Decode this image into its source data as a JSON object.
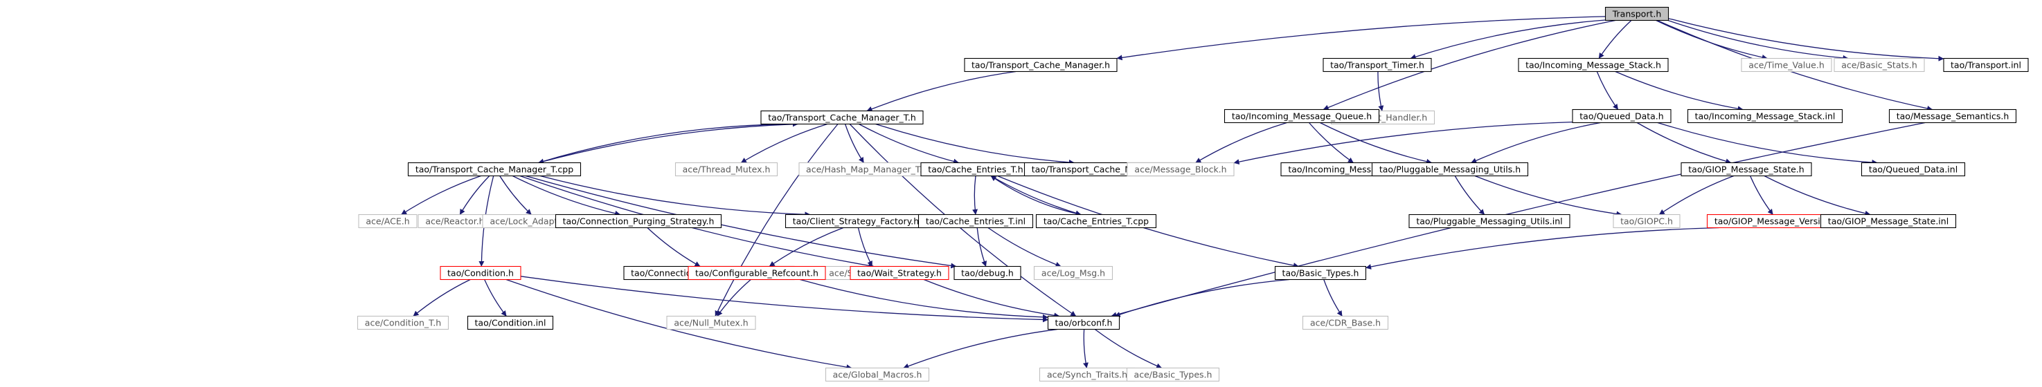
{
  "diagram": {
    "root": "Transport.h",
    "colors": {
      "edge": "#191970",
      "root_fill": "#bfbfbf",
      "documented_border": "#000000",
      "undocumented_border": "#bfbfbf",
      "incomplete_border": "#ff0000"
    },
    "nodes": [
      {
        "id": "transport_h",
        "label": "Transport.h",
        "style": "root"
      },
      {
        "id": "tcm_h",
        "label": "tao/Transport_Cache_Manager.h",
        "style": "doc"
      },
      {
        "id": "ttimer_h",
        "label": "tao/Transport_Timer.h",
        "style": "doc"
      },
      {
        "id": "ims_h",
        "label": "tao/Incoming_Message_Stack.h",
        "style": "doc"
      },
      {
        "id": "time_value_h",
        "label": "ace/Time_Value.h",
        "style": "ext"
      },
      {
        "id": "basic_stats_h",
        "label": "ace/Basic_Stats.h",
        "style": "ext"
      },
      {
        "id": "transport_inl",
        "label": "tao/Transport.inl",
        "style": "doc"
      },
      {
        "id": "tcm_t_h",
        "label": "tao/Transport_Cache_Manager_T.h",
        "style": "doc"
      },
      {
        "id": "event_handler_h",
        "label": "ace/Event_Handler.h",
        "style": "ext"
      },
      {
        "id": "imq_h",
        "label": "tao/Incoming_Message_Queue.h",
        "style": "doc"
      },
      {
        "id": "queued_data_h",
        "label": "tao/Queued_Data.h",
        "style": "doc"
      },
      {
        "id": "ims_inl",
        "label": "tao/Incoming_Message_Stack.inl",
        "style": "doc"
      },
      {
        "id": "msg_sem_h",
        "label": "tao/Message_Semantics.h",
        "style": "doc"
      },
      {
        "id": "tcm_t_cpp",
        "label": "tao/Transport_Cache_Manager_T.cpp",
        "style": "doc"
      },
      {
        "id": "thread_mutex_h",
        "label": "ace/Thread_Mutex.h",
        "style": "ext"
      },
      {
        "id": "hash_map_h",
        "label": "ace/Hash_Map_Manager_T.h",
        "style": "ext"
      },
      {
        "id": "cache_entries_t_h",
        "label": "tao/Cache_Entries_T.h",
        "style": "doc"
      },
      {
        "id": "tcm_t_inl",
        "label": "tao/Transport_Cache_Manager_T.inl",
        "style": "doc"
      },
      {
        "id": "imq_inl",
        "label": "tao/Incoming_Message_Queue.inl",
        "style": "doc"
      },
      {
        "id": "message_block_h",
        "label": "ace/Message_Block.h",
        "style": "ext"
      },
      {
        "id": "pmu_h",
        "label": "tao/Pluggable_Messaging_Utils.h",
        "style": "doc"
      },
      {
        "id": "giop_ms_h",
        "label": "tao/GIOP_Message_State.h",
        "style": "doc"
      },
      {
        "id": "queued_data_inl",
        "label": "tao/Queued_Data.inl",
        "style": "doc"
      },
      {
        "id": "ace_h",
        "label": "ace/ACE.h",
        "style": "ext"
      },
      {
        "id": "reactor_h",
        "label": "ace/Reactor.h",
        "style": "ext"
      },
      {
        "id": "lock_adapter_h",
        "label": "ace/Lock_Adapter_T.h",
        "style": "ext"
      },
      {
        "id": "cps_h",
        "label": "tao/Connection_Purging_Strategy.h",
        "style": "doc"
      },
      {
        "id": "csf_h",
        "label": "tao/Client_Strategy_Factory.h",
        "style": "doc"
      },
      {
        "id": "cache_entries_t_inl",
        "label": "tao/Cache_Entries_T.inl",
        "style": "doc"
      },
      {
        "id": "cache_entries_t_cpp",
        "label": "tao/Cache_Entries_T.cpp",
        "style": "doc"
      },
      {
        "id": "pmu_inl",
        "label": "tao/Pluggable_Messaging_Utils.inl",
        "style": "doc"
      },
      {
        "id": "giopc_h",
        "label": "tao/GIOPC.h",
        "style": "ext"
      },
      {
        "id": "giop_mv_h",
        "label": "tao/GIOP_Message_Version.h",
        "style": "red"
      },
      {
        "id": "giop_ms_inl",
        "label": "tao/GIOP_Message_State.inl",
        "style": "doc"
      },
      {
        "id": "cps_inl",
        "label": "tao/Connection_Purging_Strategy.inl",
        "style": "doc"
      },
      {
        "id": "condition_h",
        "label": "tao/Condition.h",
        "style": "red"
      },
      {
        "id": "service_object_h",
        "label": "ace/Service_Object.h",
        "style": "ext"
      },
      {
        "id": "conf_refcount_h",
        "label": "tao/Configurable_Refcount.h",
        "style": "red"
      },
      {
        "id": "wait_strategy_h",
        "label": "tao/Wait_Strategy.h",
        "style": "red"
      },
      {
        "id": "debug_h",
        "label": "tao/debug.h",
        "style": "doc"
      },
      {
        "id": "log_msg_h",
        "label": "ace/Log_Msg.h",
        "style": "ext"
      },
      {
        "id": "basic_types_tao_h",
        "label": "tao/Basic_Types.h",
        "style": "doc"
      },
      {
        "id": "condition_t_h",
        "label": "ace/Condition_T.h",
        "style": "ext"
      },
      {
        "id": "condition_inl",
        "label": "tao/Condition.inl",
        "style": "doc"
      },
      {
        "id": "null_mutex_h",
        "label": "ace/Null_Mutex.h",
        "style": "ext"
      },
      {
        "id": "orbconf_h",
        "label": "tao/orbconf.h",
        "style": "doc"
      },
      {
        "id": "cdr_base_h",
        "label": "ace/CDR_Base.h",
        "style": "ext"
      },
      {
        "id": "global_macros_h",
        "label": "ace/Global_Macros.h",
        "style": "ext"
      },
      {
        "id": "synch_traits_h",
        "label": "ace/Synch_Traits.h",
        "style": "ext"
      },
      {
        "id": "basic_types_ace_h",
        "label": "ace/Basic_Types.h",
        "style": "ext"
      }
    ],
    "edges": [
      [
        "transport_h",
        "tcm_h"
      ],
      [
        "transport_h",
        "ttimer_h"
      ],
      [
        "transport_h",
        "ims_h"
      ],
      [
        "transport_h",
        "time_value_h"
      ],
      [
        "transport_h",
        "basic_stats_h"
      ],
      [
        "transport_h",
        "transport_inl"
      ],
      [
        "transport_h",
        "imq_h"
      ],
      [
        "transport_h",
        "msg_sem_h"
      ],
      [
        "tcm_h",
        "tcm_t_h"
      ],
      [
        "ttimer_h",
        "event_handler_h"
      ],
      [
        "ims_h",
        "queued_data_h"
      ],
      [
        "ims_h",
        "ims_inl"
      ],
      [
        "tcm_t_h",
        "tcm_t_cpp"
      ],
      [
        "tcm_t_h",
        "thread_mutex_h"
      ],
      [
        "tcm_t_h",
        "hash_map_h"
      ],
      [
        "tcm_t_h",
        "cache_entries_t_h"
      ],
      [
        "tcm_t_h",
        "tcm_t_inl"
      ],
      [
        "tcm_t_h",
        "null_mutex_h"
      ],
      [
        "tcm_t_h",
        "orbconf_h"
      ],
      [
        "tcm_t_cpp",
        "tcm_t_h"
      ],
      [
        "tcm_t_cpp",
        "ace_h"
      ],
      [
        "tcm_t_cpp",
        "reactor_h"
      ],
      [
        "tcm_t_cpp",
        "lock_adapter_h"
      ],
      [
        "tcm_t_cpp",
        "cps_h"
      ],
      [
        "tcm_t_cpp",
        "csf_h"
      ],
      [
        "tcm_t_cpp",
        "condition_h"
      ],
      [
        "tcm_t_cpp",
        "wait_strategy_h"
      ],
      [
        "tcm_t_cpp",
        "debug_h"
      ],
      [
        "imq_h",
        "imq_inl"
      ],
      [
        "imq_h",
        "message_block_h"
      ],
      [
        "imq_h",
        "pmu_h"
      ],
      [
        "queued_data_h",
        "message_block_h"
      ],
      [
        "queued_data_h",
        "pmu_h"
      ],
      [
        "queued_data_h",
        "giop_ms_h"
      ],
      [
        "queued_data_h",
        "queued_data_inl"
      ],
      [
        "msg_sem_h",
        "orbconf_h"
      ],
      [
        "cache_entries_t_h",
        "cache_entries_t_inl"
      ],
      [
        "cache_entries_t_h",
        "cache_entries_t_cpp"
      ],
      [
        "cache_entries_t_h",
        "basic_types_tao_h"
      ],
      [
        "cache_entries_t_cpp",
        "cache_entries_t_h"
      ],
      [
        "cache_entries_t_inl",
        "debug_h"
      ],
      [
        "cache_entries_t_inl",
        "log_msg_h"
      ],
      [
        "pmu_h",
        "pmu_inl"
      ],
      [
        "pmu_h",
        "giopc_h"
      ],
      [
        "giop_ms_h",
        "giopc_h"
      ],
      [
        "giop_ms_h",
        "giop_mv_h"
      ],
      [
        "giop_ms_h",
        "giop_ms_inl"
      ],
      [
        "giop_mv_h",
        "basic_types_tao_h"
      ],
      [
        "cps_h",
        "cps_inl"
      ],
      [
        "csf_h",
        "service_object_h"
      ],
      [
        "csf_h",
        "conf_refcount_h"
      ],
      [
        "conf_refcount_h",
        "null_mutex_h"
      ],
      [
        "conf_refcount_h",
        "orbconf_h"
      ],
      [
        "wait_strategy_h",
        "orbconf_h"
      ],
      [
        "condition_h",
        "condition_t_h"
      ],
      [
        "condition_h",
        "condition_inl"
      ],
      [
        "condition_h",
        "orbconf_h"
      ],
      [
        "condition_h",
        "global_macros_h"
      ],
      [
        "basic_types_tao_h",
        "cdr_base_h"
      ],
      [
        "basic_types_tao_h",
        "orbconf_h"
      ],
      [
        "orbconf_h",
        "global_macros_h"
      ],
      [
        "orbconf_h",
        "synch_traits_h"
      ],
      [
        "orbconf_h",
        "basic_types_ace_h"
      ]
    ]
  }
}
